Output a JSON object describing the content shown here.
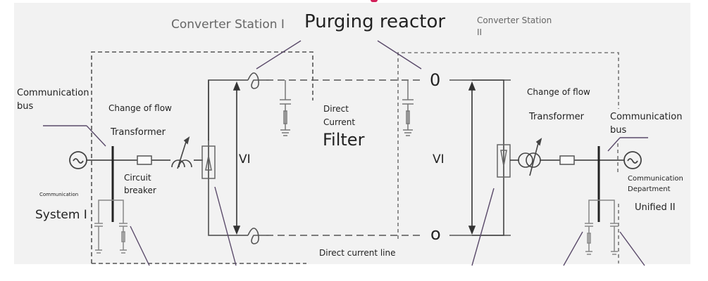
{
  "title": "Purging reactor",
  "colors": {
    "panel_bg": "#f2f2f2",
    "line": "#333333",
    "grey_line": "#777777",
    "dashed": "#555555",
    "pointer": "#5a4a6a",
    "accent": "#d2205a"
  },
  "labels": {
    "station_1": "Converter Station I",
    "station_2_line1": "Converter Station",
    "station_2_line2": "II",
    "purging_reactor": "Purging reactor",
    "comm_bus_left_line1": "Communication",
    "comm_bus_left_line2": "bus",
    "change_of_flow_left": "Change of flow",
    "transformer_left": "Transformer",
    "circuit_breaker_line1": "Circuit",
    "circuit_breaker_line2": "breaker",
    "communication_small": "Communication",
    "system_1": "System I",
    "vi_left": "VI",
    "dc_filter_line1": "Direct",
    "dc_filter_line2": "Current",
    "dc_filter_line3": "Filter",
    "vi_right": "VI",
    "pole_top": "0",
    "pole_bottom": "o",
    "dc_line": "Direct current line",
    "change_of_flow_right": "Change of flow",
    "transformer_right": "Transformer",
    "comm_bus_right_line1": "Communication",
    "comm_bus_right_line2": "bus",
    "comm_dept_line1": "Communication",
    "comm_dept_line2": "Department",
    "unified_2": "Unified II"
  }
}
